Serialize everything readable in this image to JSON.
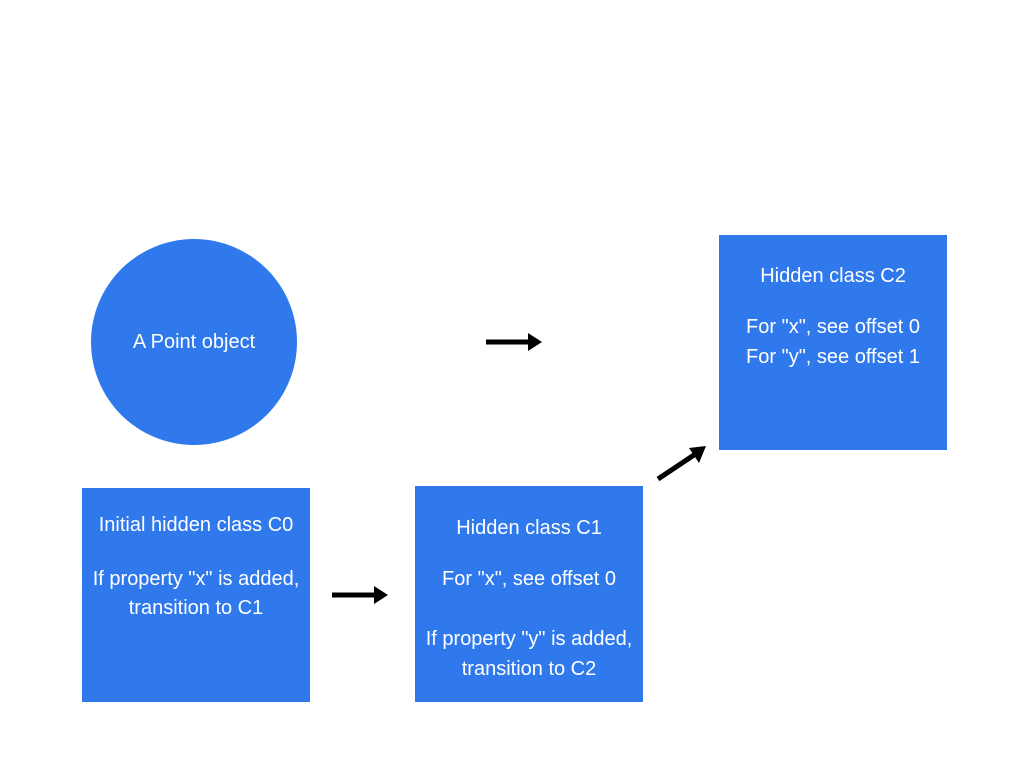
{
  "colors": {
    "node_fill": "#2f79ed",
    "text": "#ffffff",
    "arrow": "#000000",
    "background": "#ffffff"
  },
  "point_object": {
    "label": "A Point object"
  },
  "class_c0": {
    "title": "Initial hidden class C0",
    "rule_line1": "If property \"x\" is added,",
    "rule_line2": "transition to C1"
  },
  "class_c1": {
    "title": "Hidden class C1",
    "offset_x": "For \"x\", see offset 0",
    "rule_line1": "If property \"y\" is added,",
    "rule_line2": "transition to C2"
  },
  "class_c2": {
    "title": "Hidden class C2",
    "offset_x": "For \"x\", see offset 0",
    "offset_y": "For \"y\", see offset 1"
  },
  "arrows": [
    {
      "from": "A Point object",
      "to": "Hidden class C2"
    },
    {
      "from": "Initial hidden class C0",
      "to": "Hidden class C1"
    },
    {
      "from": "Hidden class C1",
      "to": "Hidden class C2"
    }
  ]
}
